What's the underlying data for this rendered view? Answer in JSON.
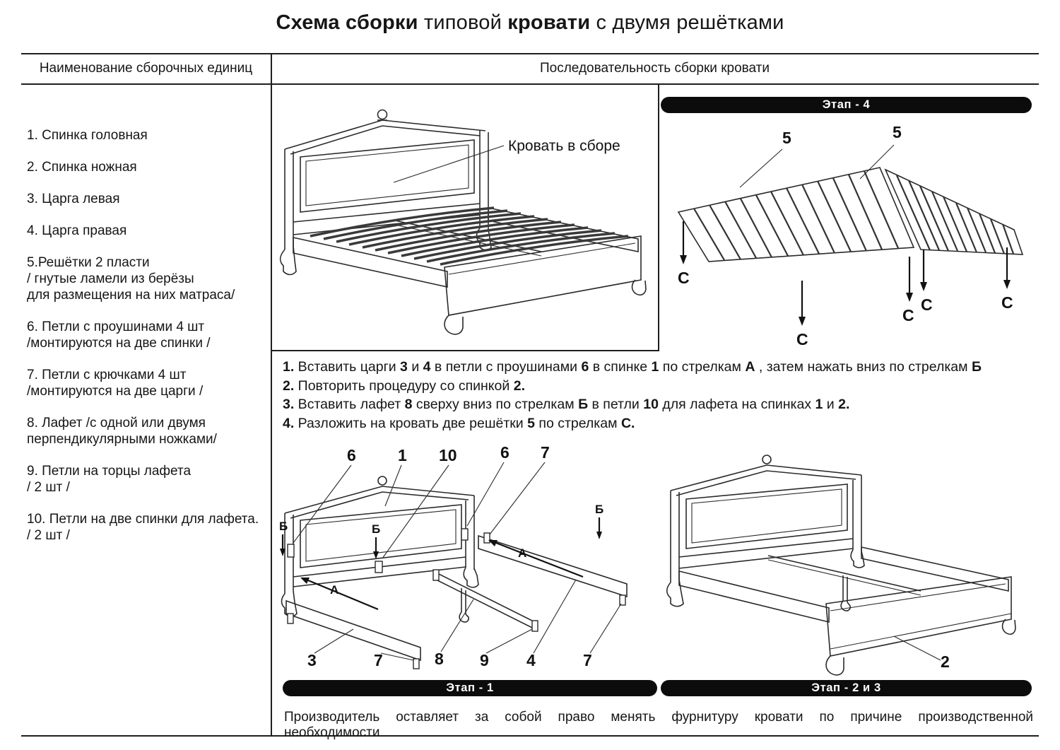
{
  "title": {
    "bold1": "Схема сборки",
    "normal1": " типовой ",
    "bold2": "кровати",
    "normal2": " с двумя решётками"
  },
  "headers": {
    "left": "Наименование  сборочных единиц",
    "right": "Последовательность сборки кровати"
  },
  "parts": [
    "1.   Спинка головная",
    "2. Спинка ножная",
    "3. Царга левая",
    "4. Царга правая",
    "5.Решётки  2 пласти\n/ гнутые ламели из берёзы\nдля размещения на них матраса/",
    "6. Петли с проушинами 4 шт\n/монтируются на две спинки /",
    "7. Петли с крючками 4 шт\n/монтируются на две царги /",
    "8. Лафет /с одной или двумя\nперпендикулярными ножками/",
    "9. Петли на торцы лафета\n/ 2 шт /",
    "10. Петли на две спинки для лафета.\n/ 2 шт /"
  ],
  "assembled": {
    "callout": "Кровать в сборе"
  },
  "stage4": {
    "bar": "Этап -  4",
    "fives": [
      "5",
      "5"
    ],
    "c": [
      "С",
      "С",
      "С",
      "С",
      "С"
    ]
  },
  "instructions": [
    [
      {
        "b": true,
        "t": "1."
      },
      {
        "b": false,
        "t": " Вставить царги "
      },
      {
        "b": true,
        "t": "3"
      },
      {
        "b": false,
        "t": " и "
      },
      {
        "b": true,
        "t": "4"
      },
      {
        "b": false,
        "t": " в петли с проушинами "
      },
      {
        "b": true,
        "t": "6"
      },
      {
        "b": false,
        "t": " в спинке "
      },
      {
        "b": true,
        "t": "1"
      },
      {
        "b": false,
        "t": " по стрелкам "
      },
      {
        "b": true,
        "t": "А"
      },
      {
        "b": false,
        "t": " , затем нажать вниз по стрелкам "
      },
      {
        "b": true,
        "t": "Б"
      }
    ],
    [
      {
        "b": true,
        "t": "2."
      },
      {
        "b": false,
        "t": " Повторить процедуру со спинкой "
      },
      {
        "b": true,
        "t": "2."
      }
    ],
    [
      {
        "b": true,
        "t": "3."
      },
      {
        "b": false,
        "t": " Вставить лафет "
      },
      {
        "b": true,
        "t": "8"
      },
      {
        "b": false,
        "t": " сверху вниз по стрелкам "
      },
      {
        "b": true,
        "t": "Б"
      },
      {
        "b": false,
        "t": " в петли "
      },
      {
        "b": true,
        "t": "10"
      },
      {
        "b": false,
        "t": " для лафета на спинках "
      },
      {
        "b": true,
        "t": "1"
      },
      {
        "b": false,
        "t": " и "
      },
      {
        "b": true,
        "t": "2."
      }
    ],
    [
      {
        "b": true,
        "t": "4."
      },
      {
        "b": false,
        "t": " Разложить на кровать две решётки "
      },
      {
        "b": true,
        "t": "5"
      },
      {
        "b": false,
        "t": "  по стрелкам "
      },
      {
        "b": true,
        "t": "С."
      }
    ]
  ],
  "stage1": {
    "bar": "Этап - 1",
    "top": [
      "6",
      "1",
      "10",
      "6",
      "7"
    ],
    "bottom": [
      "3",
      "7",
      "8",
      "9",
      "4",
      "7"
    ],
    "a": [
      "А",
      "А"
    ],
    "b": [
      "Б",
      "Б",
      "Б"
    ]
  },
  "stage23": {
    "bar": "Этап - 2 и 3",
    "label": "2"
  },
  "footer": "Производитель оставляет за собой право менять фурнитуру кровати по причине производственной необходимости"
}
